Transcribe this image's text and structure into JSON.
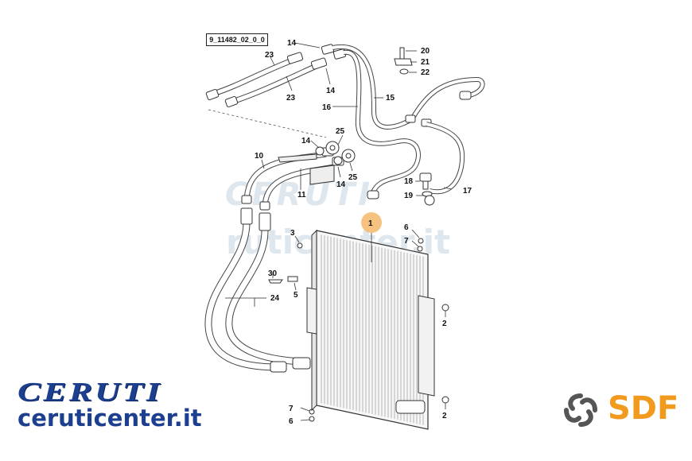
{
  "diagram": {
    "reference_code": "9_11482_02_0_0",
    "watermark_brand": "CERUTI",
    "watermark_url": "ruticenter.it",
    "highlight_color": "#f5b76a",
    "callouts": [
      {
        "id": "c1",
        "text": "1"
      },
      {
        "id": "c2a",
        "text": "2"
      },
      {
        "id": "c2b",
        "text": "2"
      },
      {
        "id": "c3",
        "text": "3"
      },
      {
        "id": "c5",
        "text": "5"
      },
      {
        "id": "c6a",
        "text": "6"
      },
      {
        "id": "c6b",
        "text": "6"
      },
      {
        "id": "c7a",
        "text": "7"
      },
      {
        "id": "c7b",
        "text": "7"
      },
      {
        "id": "c10",
        "text": "10"
      },
      {
        "id": "c11",
        "text": "11"
      },
      {
        "id": "c14a",
        "text": "14"
      },
      {
        "id": "c14b",
        "text": "14"
      },
      {
        "id": "c14c",
        "text": "14"
      },
      {
        "id": "c14d",
        "text": "14"
      },
      {
        "id": "c15",
        "text": "15"
      },
      {
        "id": "c16",
        "text": "16"
      },
      {
        "id": "c17",
        "text": "17"
      },
      {
        "id": "c18",
        "text": "18"
      },
      {
        "id": "c19",
        "text": "19"
      },
      {
        "id": "c20",
        "text": "20"
      },
      {
        "id": "c21",
        "text": "21"
      },
      {
        "id": "c22",
        "text": "22"
      },
      {
        "id": "c23a",
        "text": "23"
      },
      {
        "id": "c23b",
        "text": "23"
      },
      {
        "id": "c24",
        "text": "24"
      },
      {
        "id": "c25a",
        "text": "25"
      },
      {
        "id": "c25b",
        "text": "25"
      },
      {
        "id": "c30",
        "text": "30"
      }
    ]
  },
  "brands": {
    "left_logo": "CERUTI",
    "left_url": "ceruticenter.it",
    "left_color": "#1d3f8f",
    "right_logo": "SDF",
    "right_color": "#f29a1e"
  }
}
